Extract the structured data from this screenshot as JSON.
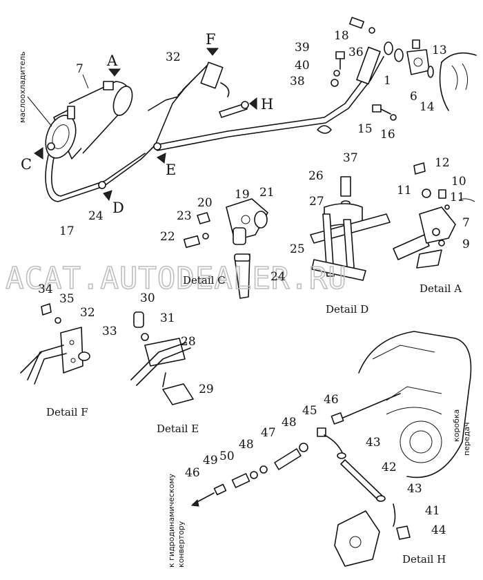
{
  "callouts": {
    "n1": "1",
    "n6": "6",
    "n7": "7",
    "n9": "9",
    "n10": "10",
    "n11a": "11",
    "n11b": "11",
    "n12": "12",
    "n13": "13",
    "n14": "14",
    "n15": "15",
    "n16": "16",
    "n17": "17",
    "n18": "18",
    "n19": "19",
    "n20": "20",
    "n21": "21",
    "n22": "22",
    "n23": "23",
    "n24a": "24",
    "n24b": "24",
    "n25": "25",
    "n26": "26",
    "n27": "27",
    "n28": "28",
    "n29": "29",
    "n30": "30",
    "n31": "31",
    "n32a": "32",
    "n32b": "32",
    "n33": "33",
    "n34": "34",
    "n35": "35",
    "n36": "36",
    "n37": "37",
    "n38": "38",
    "n39": "39",
    "n40": "40",
    "n41": "41",
    "n42": "42",
    "n43a": "43",
    "n43b": "43",
    "n44": "44",
    "n45": "45",
    "n46a": "46",
    "n46b": "46",
    "n47": "47",
    "n48a": "48",
    "n48b": "48",
    "n49": "49",
    "n50": "50",
    "n7b": "7"
  },
  "view_letters": {
    "A": "A",
    "C": "C",
    "D": "D",
    "E": "E",
    "F": "F",
    "H": "H"
  },
  "details": {
    "A": "Detail A",
    "C": "Detail C",
    "D": "Detail D",
    "E": "Detail E",
    "F": "Detail F",
    "H": "Detail H"
  },
  "russian_labels": {
    "oil_cooler": "маслоохладитель",
    "gearbox_line1": "коробка",
    "gearbox_line2": "передач",
    "converter_line1": "к гидродинамическому",
    "converter_line2": "конвертору"
  },
  "watermark": "ACAT.AUTODEALER.RU"
}
